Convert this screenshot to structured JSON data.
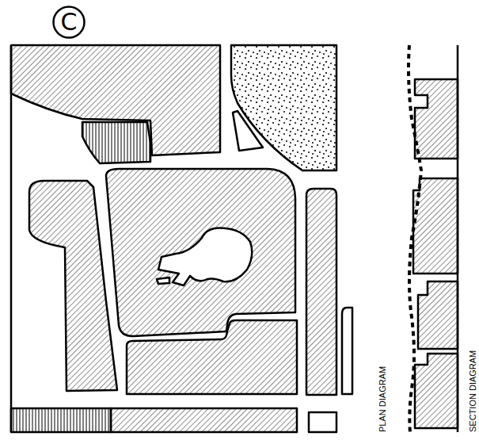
{
  "diagram": {
    "nodes": [
      {
        "text": [
          "C"
        ]
      }
    ],
    "labels": [
      "PLAN DIAGRAM",
      "SECTION DIAGRAM"
    ]
  }
}
